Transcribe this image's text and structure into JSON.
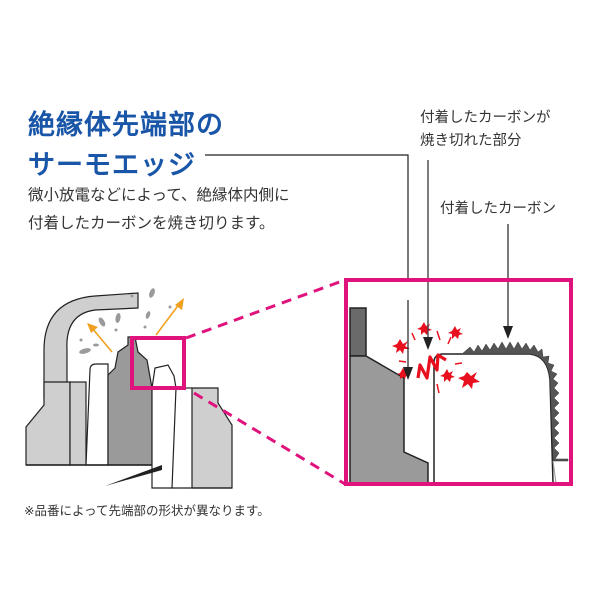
{
  "heading": {
    "line1": "絶縁体先端部の",
    "line2": "サーモエッジ"
  },
  "description": {
    "line1": "微小放電などによって、絶縁体内側に",
    "line2": "付着したカーボンを焼き切ります。"
  },
  "callouts": {
    "burnt_carbon": {
      "line1": "付着したカーボンが",
      "line2": "焼き切れた部分"
    },
    "attached_carbon": "付着したカーボン"
  },
  "footnote": "※品番によって先端部の形状が異なります。",
  "colors": {
    "heading": "#1a56a8",
    "highlight_box": "#e0137d",
    "spark": "#e8101f",
    "arrow_orange": "#f0a020",
    "metal_light": "#cfcfcf",
    "metal_dark": "#9a9a9a",
    "carbon": "#555555"
  },
  "icons": {
    "spark": "spark-burst-icon",
    "arrow": "arrow-down-icon"
  }
}
